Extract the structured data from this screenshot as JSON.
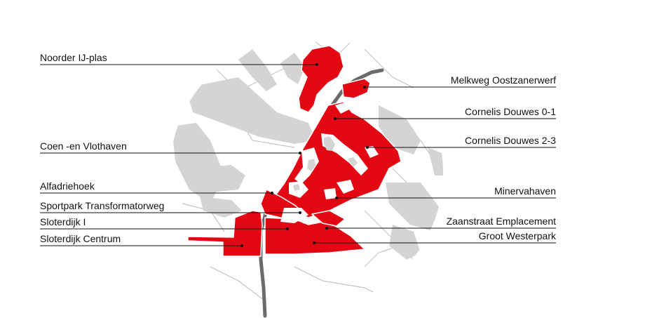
{
  "colors": {
    "area_fill": "#e30613",
    "background_map": "#d6d6d6",
    "background_streets": "#bdbdbd",
    "rail_line": "#6b6b6b",
    "leader_line": "#111111",
    "label_text": "#111111"
  },
  "labels": {
    "noorder_ij_plas": "Noorder IJ-plas",
    "coen_vlothaven": "Coen -en Vlothaven",
    "alfadriehoek": "Alfadriehoek",
    "sportpark": "Sportpark Transformatorweg",
    "sloterdijk_1": "Sloterdijk I",
    "sloterdijk_centrum": "Sloterdijk Centrum",
    "melkweg": "Melkweg Oostzanerwerf",
    "cornelis_01": "Cornelis Douwes 0-1",
    "cornelis_23": "Cornelis Douwes 2-3",
    "minervahaven": "Minervahaven",
    "zaanstraat": "Zaanstraat Emplacement",
    "groot_westerpark": "Groot Westerpark"
  }
}
